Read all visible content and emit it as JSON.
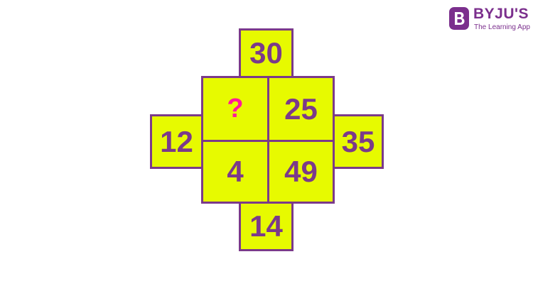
{
  "brand": {
    "name": "BYJU'S",
    "tagline": "The Learning App",
    "color": "#7b2f8d"
  },
  "puzzle": {
    "top": "30",
    "left": "12",
    "right": "35",
    "bottom": "14",
    "inner": {
      "top_left": "?",
      "top_right": "25",
      "bottom_left": "4",
      "bottom_right": "49"
    },
    "fill_color": "#e7fa00",
    "border_color": "#7b3a8a",
    "text_color": "#7b3a8a",
    "question_color": "#ff1a9a"
  }
}
